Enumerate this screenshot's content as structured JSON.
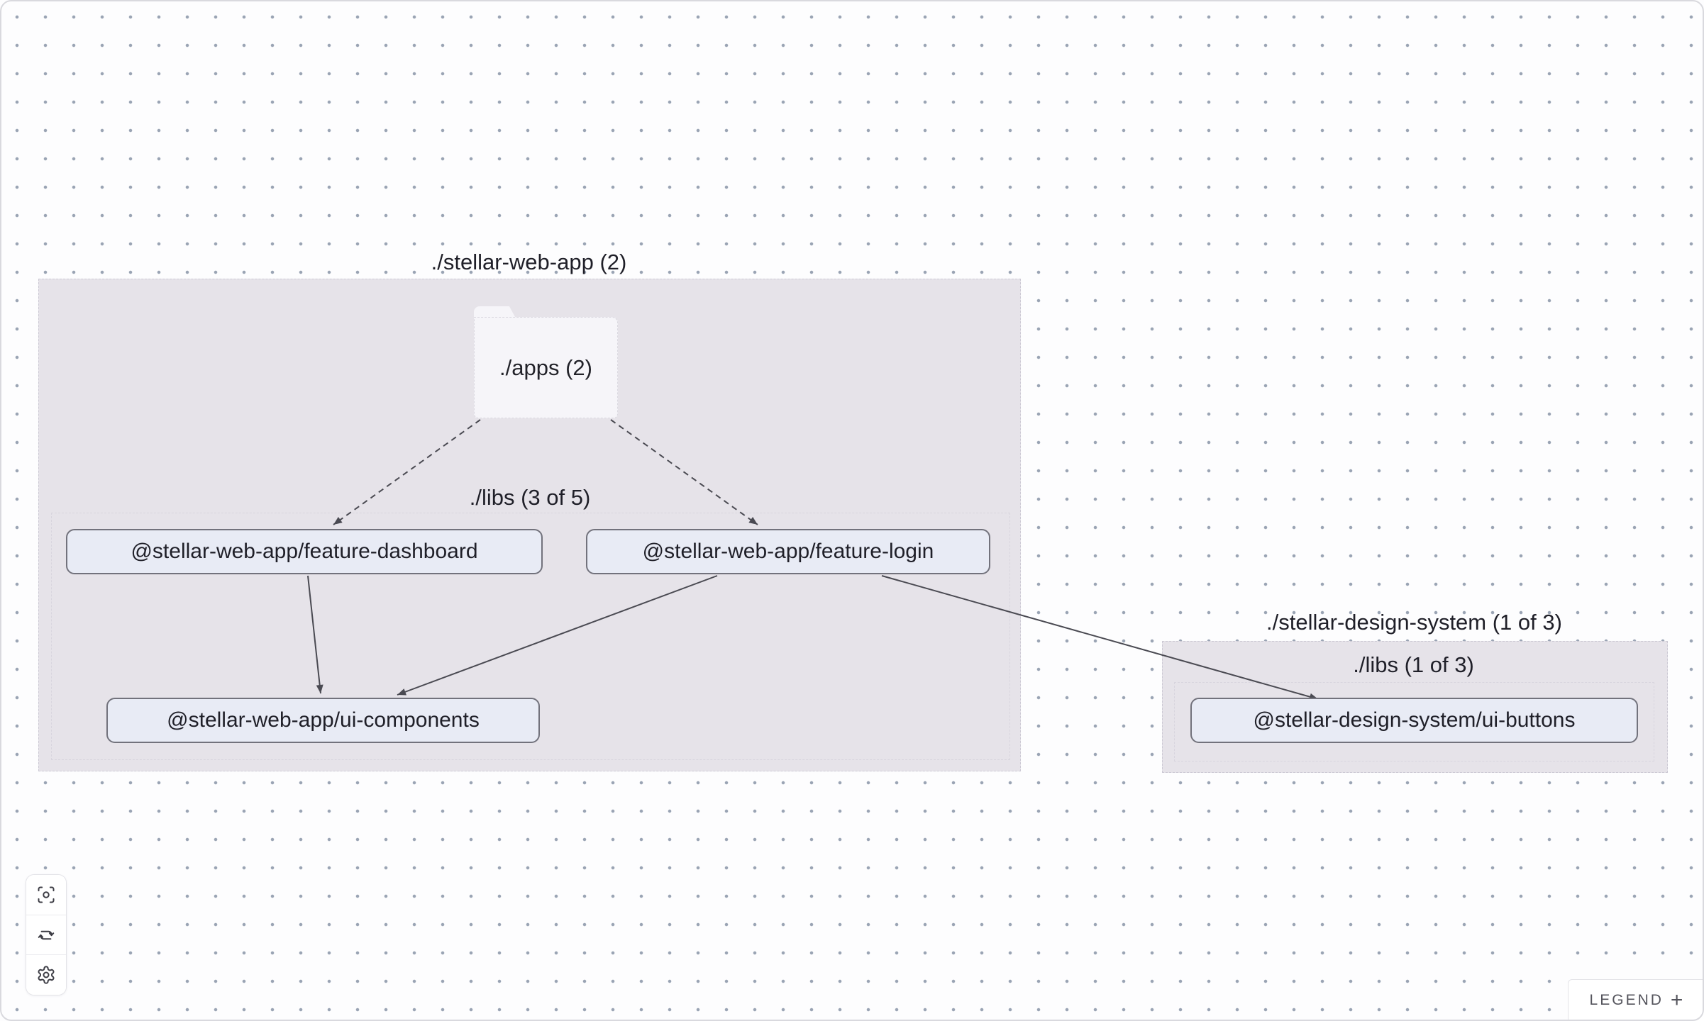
{
  "graph": {
    "groups": [
      {
        "id": "stellar-web-app",
        "label": "./stellar-web-app (2)"
      },
      {
        "id": "stellar-web-app-libs",
        "label": "./libs (3 of 5)"
      },
      {
        "id": "stellar-design-system",
        "label": "./stellar-design-system (1 of 3)"
      },
      {
        "id": "stellar-design-system-libs",
        "label": "./libs (1 of 3)"
      }
    ],
    "folder": {
      "label": "./apps (2)"
    },
    "nodes": [
      {
        "id": "feature-dashboard",
        "label": "@stellar-web-app/feature-dashboard"
      },
      {
        "id": "feature-login",
        "label": "@stellar-web-app/feature-login"
      },
      {
        "id": "ui-components",
        "label": "@stellar-web-app/ui-components"
      },
      {
        "id": "ui-buttons",
        "label": "@stellar-design-system/ui-buttons"
      }
    ],
    "edges": [
      {
        "from": "apps-folder",
        "to": "feature-dashboard",
        "style": "dashed"
      },
      {
        "from": "apps-folder",
        "to": "feature-login",
        "style": "dashed"
      },
      {
        "from": "feature-dashboard",
        "to": "ui-components",
        "style": "solid"
      },
      {
        "from": "feature-login",
        "to": "ui-components",
        "style": "solid"
      },
      {
        "from": "feature-login",
        "to": "ui-buttons",
        "style": "solid"
      }
    ]
  },
  "toolbar": {
    "buttons": [
      {
        "name": "focus"
      },
      {
        "name": "refresh"
      },
      {
        "name": "settings"
      }
    ]
  },
  "legend": {
    "label": "LEGEND",
    "plus": "+"
  },
  "colors": {
    "background": "#fdfdfe",
    "dot": "#9aa4b4",
    "group_fill": "#e6e3e9",
    "node_fill": "#e8ebf5",
    "node_border": "#72727c",
    "edge": "#4a4a52",
    "text": "#1f1f28",
    "folder_fill": "#f6f5f9"
  }
}
